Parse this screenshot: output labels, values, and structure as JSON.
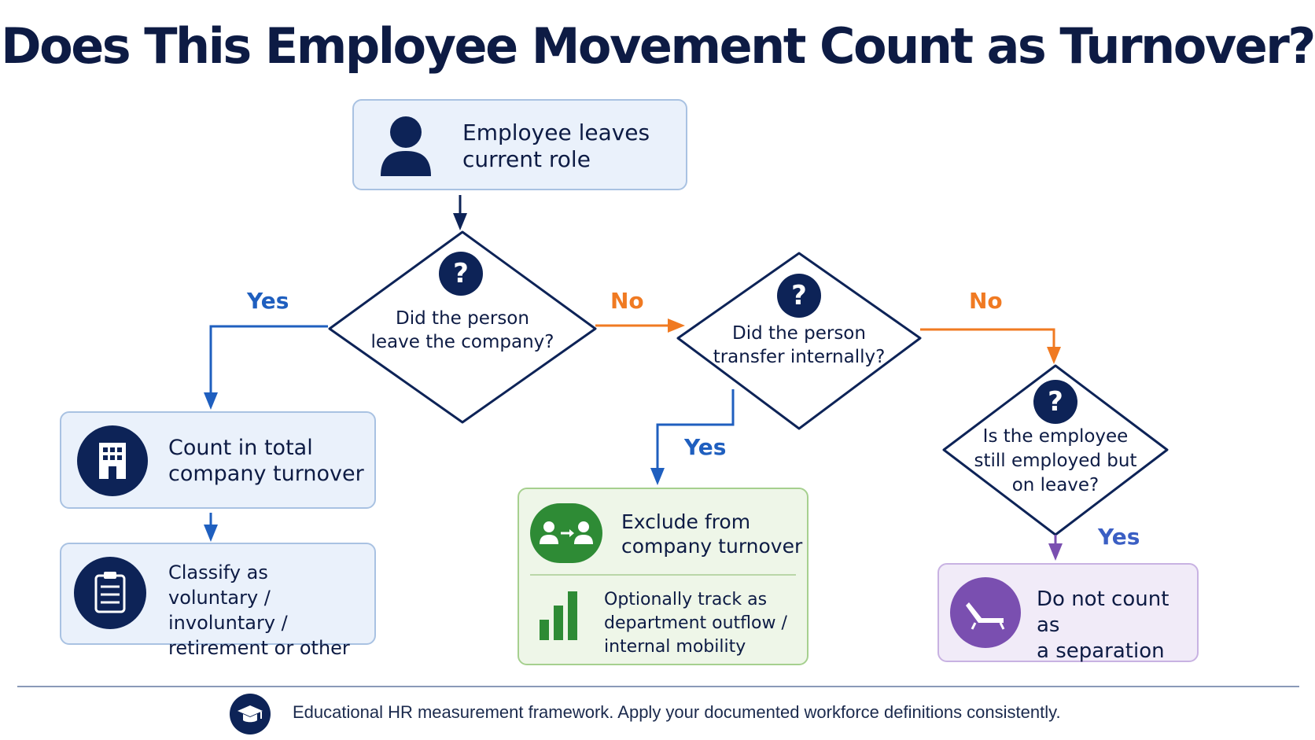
{
  "title": "Does This Employee Movement Count as Turnover?",
  "start": {
    "line1": "Employee leaves",
    "line2": "current role",
    "icon": "person-icon"
  },
  "decision1": {
    "line1": "Did the person",
    "line2": "leave the company?"
  },
  "decision2": {
    "line1": "Did the person",
    "line2": "transfer internally?"
  },
  "decision3": {
    "line1": "Is the employee",
    "line2": "still employed but",
    "line3": "on leave?"
  },
  "labels": {
    "yes1": "Yes",
    "no1": "No",
    "yes2": "Yes",
    "no2": "No",
    "yes3": "Yes"
  },
  "count_box": {
    "line1": "Count in total",
    "line2": "company turnover",
    "icon": "building-icon"
  },
  "classify_box": {
    "line1": "Classify as",
    "line2": "voluntary / involuntary /",
    "line3": "retirement or other",
    "icon": "clipboard-icon"
  },
  "exclude_box": {
    "line1": "Exclude from",
    "line2": "company turnover",
    "icon": "transfer-people-icon",
    "sub1": "Optionally track as",
    "sub2": "department outflow /",
    "sub3": "internal mobility",
    "sub_icon": "bar-chart-icon"
  },
  "leave_box": {
    "line1": "Do not count as",
    "line2": "a separation",
    "icon": "lounge-chair-icon"
  },
  "footer": {
    "text": "Educational HR measurement framework.  Apply your documented workforce definitions consistently.",
    "icon": "graduation-cap-icon"
  },
  "colors": {
    "navy": "#0d2357",
    "blue": "#1f5fbf",
    "orange": "#f07a22",
    "green": "#2e8b35",
    "purple": "#7a4fb0"
  }
}
